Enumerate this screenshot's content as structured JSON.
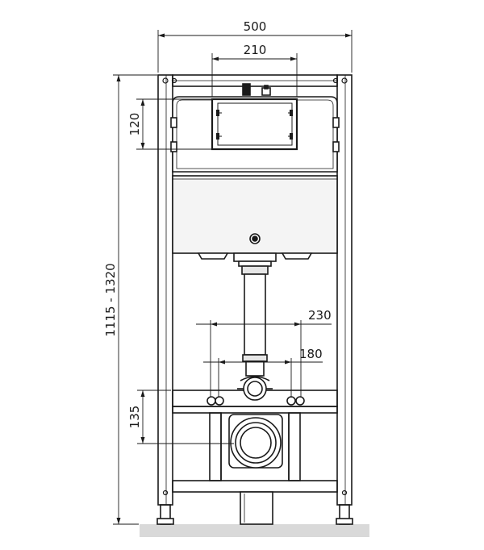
{
  "drawing": {
    "dimensions": {
      "frame_width": "500",
      "flush_plate_width": "210",
      "flush_plate_height": "120",
      "frame_height": "1115 - 1320",
      "bolt_spacing_outer": "230",
      "bolt_spacing_inner": "180",
      "outlet_height": "135"
    },
    "colors": {
      "line": "#1a1a1a",
      "floor": "#d9d9d9",
      "panel_fill": "#f4f4f4",
      "pipe_fill": "#e6e6e6"
    }
  }
}
